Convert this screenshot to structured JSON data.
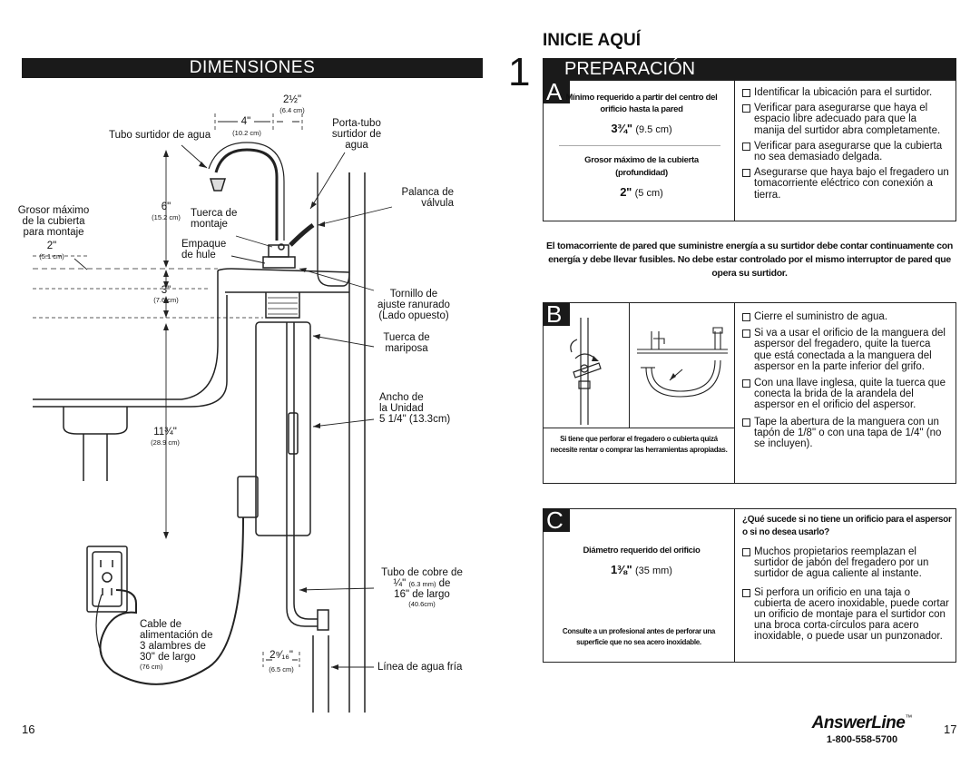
{
  "left": {
    "title": "DIMENSIONES",
    "labels": {
      "tubo_surtidor": "Tubo surtidor de agua",
      "dim_4": "4\"",
      "dim_4_cm": "(10.2 cm)",
      "dim_2_5": "2½\"",
      "dim_2_5_cm": "(6.4 cm)",
      "porta_tubo": "Porta-tubo\nsurtidor de\nagua",
      "palanca": "Palanca de\nválvula",
      "grosor_max": "Grosor máximo\nde la cubierta\npara montaje",
      "dim_2": "2\"",
      "dim_2_cm": "(5.1 cm)",
      "dim_6": "6\"",
      "dim_6_cm": "(15.2 cm)",
      "tuerca_montaje": "Tuerca de\nmontaje",
      "empaque": "Empaque\nde hule",
      "dim_3": "3\"",
      "dim_3_cm": "(7.6 cm)",
      "tornillo": "Tornillo de\najuste ranurado\n(Lado opuesto)",
      "tuerca_mariposa": "Tuerca de\nmariposa",
      "ancho": "Ancho de\nla Unidad\n5 1/4\" (13.3cm)",
      "dim_11_75": "11¾\"",
      "dim_11_75_cm": "(28.9 cm)",
      "tubo_cobre_1": "Tubo de cobre de",
      "tubo_cobre_2": "¼\"",
      "tubo_cobre_mm": "(6.3 mm)",
      "tubo_cobre_3": "de",
      "tubo_cobre_4": "16\" de largo",
      "tubo_cobre_cm": "(40.6cm)",
      "cable": "Cable de\nalimentación de\n3 alambres de\n30\" de largo",
      "cable_cm": "(76 cm)",
      "dim_2_56": "2⁹⁄₁₆\"",
      "dim_2_56_cm": "(6.5 cm)",
      "linea_agua": "Línea de agua fría"
    },
    "page_number": "16"
  },
  "right": {
    "heading": "INICIE AQUÍ",
    "step_number": "1",
    "step_title": "PREPARACIÓN",
    "sectionA": {
      "letter": "A",
      "min_title": "Mínimo requerido a partir del centro del orificio hasta la pared",
      "min_value": "3¾\"",
      "min_value_cm": "(9.5 cm)",
      "grosor_title": "Grosor máximo de la cubierta (profundidad)",
      "grosor_value": "2\"",
      "grosor_value_cm": "(5 cm)",
      "checklist": [
        "Identificar la ubicación para el surtidor.",
        "Verificar para asegurarse que haya el espacio libre adecuado para que la manija del surtidor abra completamente.",
        "Verificar para asegurarse que la cubierta no sea demasiado delgada.",
        "Asegurarse que haya bajo el fregadero un tomacorriente eléctrico con conexión a tierra."
      ]
    },
    "warning": "El tomacorriente de pared que suministre energía a su surtidor debe contar continuamente con energía y debe llevar fusibles. No debe estar controlado por el mismo interruptor de pared que opera su surtidor.",
    "sectionB": {
      "letter": "B",
      "note": "Si tiene que perforar el fregadero o cubierta quizá necesite rentar o comprar las herramientas apropiadas.",
      "checklist": [
        "Cierre el suministro de agua.",
        "Si va a usar el orificio de la manguera del aspersor del fregadero, quite la tuerca que está conectada a la manguera del aspersor en la parte inferior del grifo.",
        "Con una llave inglesa, quite la tuerca que conecta la brida de la arandela del aspersor en el orificio del aspersor.",
        "Tape la abertura de la manguera con un tapón de 1/8\" o con una tapa de 1/4\" (no se incluyen)."
      ]
    },
    "sectionC": {
      "letter": "C",
      "diam_title": "Diámetro requerido del orificio",
      "diam_value": "1⅜\"",
      "diam_value_mm": "(35 mm)",
      "note": "Consulte a un profesional antes de perforar una superficie que no sea acero inoxidable.",
      "question": "¿Qué sucede si no tiene un orificio para el aspersor o si no desea usarlo?",
      "checklist": [
        "Muchos propietarios reemplazan el surtidor de jabón del fregadero por un surtidor de agua caliente al instante.",
        "Si perfora un orificio en una taja o cubierta de acero inoxidable, puede cortar un orificio de montaje para el surtidor con una broca corta-círculos para acero inoxidable, o puede usar un punzonador."
      ]
    },
    "brand": "AnswerLine",
    "brand_tm": "™",
    "phone": "1-800-558-5700",
    "page_number": "17"
  }
}
